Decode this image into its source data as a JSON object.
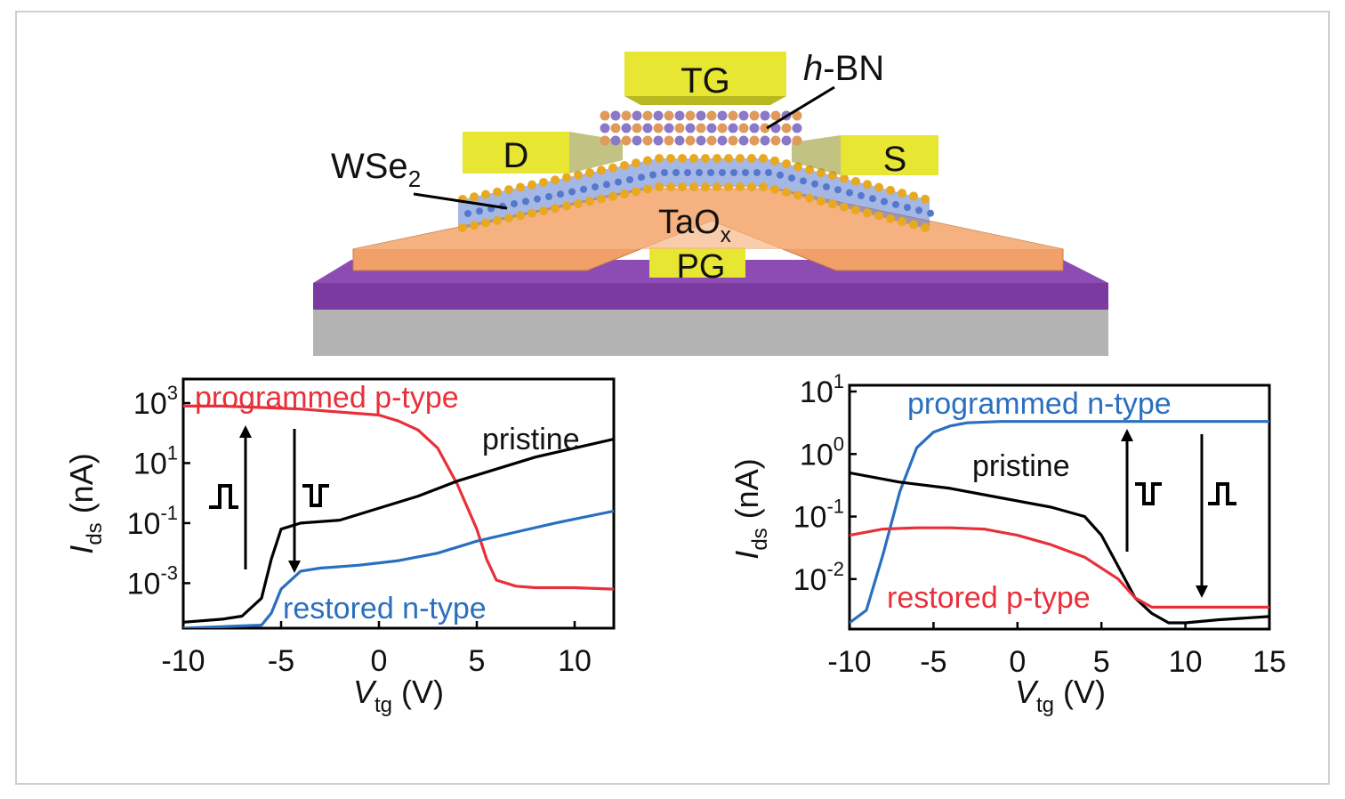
{
  "schematic": {
    "labels": {
      "tg": "TG",
      "hbn_italic": "h",
      "hbn_rest": "-BN",
      "d": "D",
      "s": "S",
      "wse2_main": "WSe",
      "wse2_sub": "2",
      "taox_main": "TaO",
      "taox_sub": "x",
      "pg": "PG"
    },
    "colors": {
      "electrode": "#e6e633",
      "oxide": "#f0a068",
      "substrate_top": "#7a3aa0",
      "substrate_bottom": "#b3b3b3",
      "atom_se": "#e8a820",
      "atom_w": "#5577cc"
    }
  },
  "chart_data": [
    {
      "type": "line",
      "x_ticks": [
        "-10",
        "-5",
        "0",
        "5",
        "10"
      ],
      "y_ticks": [
        {
          "base": "10",
          "exp": "3"
        },
        {
          "base": "10",
          "exp": "1"
        },
        {
          "base": "10",
          "exp": "-1"
        },
        {
          "base": "10",
          "exp": "-3"
        }
      ],
      "xlabel_main": "V",
      "xlabel_sub": "tg",
      "xlabel_unit": " (V)",
      "ylabel_main": "I",
      "ylabel_sub": "ds",
      "ylabel_unit": " (nA)",
      "xlim": [
        -10,
        12
      ],
      "ylim": [
        -4.5,
        3.8
      ],
      "y_scale": "log10",
      "series": [
        {
          "name": "programmed p-type",
          "color": "#e8303a",
          "x": [
            -10,
            -8,
            -6,
            -4,
            -2,
            0,
            1,
            2,
            3,
            4,
            5,
            5.5,
            6,
            7,
            8,
            10,
            12
          ],
          "y": [
            2.9,
            2.9,
            2.85,
            2.8,
            2.7,
            2.6,
            2.4,
            2.1,
            1.5,
            0.3,
            -1.2,
            -2.2,
            -2.9,
            -3.1,
            -3.15,
            -3.15,
            -3.2
          ]
        },
        {
          "name": "pristine",
          "color": "#000000",
          "x": [
            -10,
            -8,
            -7,
            -6,
            -5.5,
            -5,
            -4,
            -2,
            0,
            2,
            4,
            6,
            8,
            10,
            12
          ],
          "y": [
            -4.3,
            -4.2,
            -4.1,
            -3.5,
            -2.2,
            -1.2,
            -1.0,
            -0.9,
            -0.5,
            -0.1,
            0.4,
            0.8,
            1.2,
            1.5,
            1.8
          ]
        },
        {
          "name": "restored n-type",
          "color": "#2a6fbf",
          "x": [
            -10,
            -8,
            -6,
            -5.5,
            -5,
            -4,
            -3,
            -1,
            1,
            3,
            5,
            7,
            9,
            12
          ],
          "y": [
            -4.5,
            -4.45,
            -4.4,
            -4.0,
            -3.2,
            -2.6,
            -2.5,
            -2.4,
            -2.25,
            -2.0,
            -1.6,
            -1.3,
            -1.0,
            -0.6
          ]
        }
      ],
      "annotations": [
        "programmed p-type",
        "pristine",
        "restored n-type"
      ]
    },
    {
      "type": "line",
      "x_ticks": [
        "-10",
        "-5",
        "0",
        "5",
        "10",
        "15"
      ],
      "y_ticks": [
        {
          "base": "10",
          "exp": "1"
        },
        {
          "base": "10",
          "exp": "0"
        },
        {
          "base": "10",
          "exp": "-1"
        },
        {
          "base": "10",
          "exp": "-2"
        }
      ],
      "xlabel_main": "V",
      "xlabel_sub": "tg",
      "xlabel_unit": " (V)",
      "ylabel_main": "I",
      "ylabel_sub": "ds",
      "ylabel_unit": " (nA)",
      "xlim": [
        -10,
        15
      ],
      "ylim": [
        -2.8,
        1.1
      ],
      "y_scale": "log10",
      "series": [
        {
          "name": "programmed n-type",
          "color": "#2a6fbf",
          "x": [
            -10,
            -9,
            -8,
            -7,
            -6,
            -5,
            -4,
            -3,
            -1,
            2,
            5,
            10,
            15
          ],
          "y": [
            -2.7,
            -2.5,
            -1.6,
            -0.6,
            0.1,
            0.35,
            0.45,
            0.5,
            0.52,
            0.52,
            0.52,
            0.52,
            0.52
          ]
        },
        {
          "name": "pristine",
          "color": "#000000",
          "x": [
            -10,
            -7,
            -4,
            -1,
            2,
            4,
            5,
            6,
            7,
            8,
            9,
            10,
            12,
            15
          ],
          "y": [
            -0.3,
            -0.45,
            -0.55,
            -0.7,
            -0.85,
            -1.0,
            -1.3,
            -1.8,
            -2.3,
            -2.55,
            -2.7,
            -2.7,
            -2.65,
            -2.6
          ]
        },
        {
          "name": "restored p-type",
          "color": "#e8303a",
          "x": [
            -10,
            -8,
            -6,
            -4,
            -2,
            0,
            2,
            4,
            6,
            7,
            8,
            10,
            15
          ],
          "y": [
            -1.3,
            -1.2,
            -1.18,
            -1.18,
            -1.2,
            -1.3,
            -1.45,
            -1.65,
            -2.0,
            -2.3,
            -2.45,
            -2.45,
            -2.45
          ]
        }
      ],
      "annotations": [
        "programmed n-type",
        "pristine",
        "restored p-type"
      ]
    }
  ]
}
